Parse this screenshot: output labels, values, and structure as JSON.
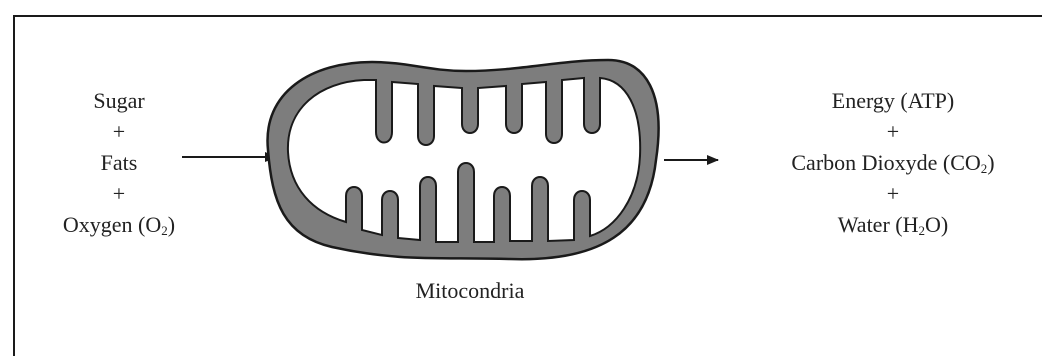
{
  "inputs": {
    "sugar": "Sugar",
    "plus1": "+",
    "fats": "Fats",
    "plus2": "+",
    "oxygen_base": "Oxygen (O",
    "oxygen_sub": "2",
    "oxygen_end": ")"
  },
  "outputs": {
    "energy": "Energy (ATP)",
    "plus1": "+",
    "co2_base": "Carbon Dioxyde (CO",
    "co2_sub": "2",
    "co2_end": ")",
    "plus2": "+",
    "water_base": "Water (H",
    "water_sub": "2",
    "water_end": "O)"
  },
  "caption": "Mitocondria",
  "colors": {
    "membrane": "#7d7d7d",
    "outline": "#1a1a1a",
    "inner": "#ffffff"
  }
}
